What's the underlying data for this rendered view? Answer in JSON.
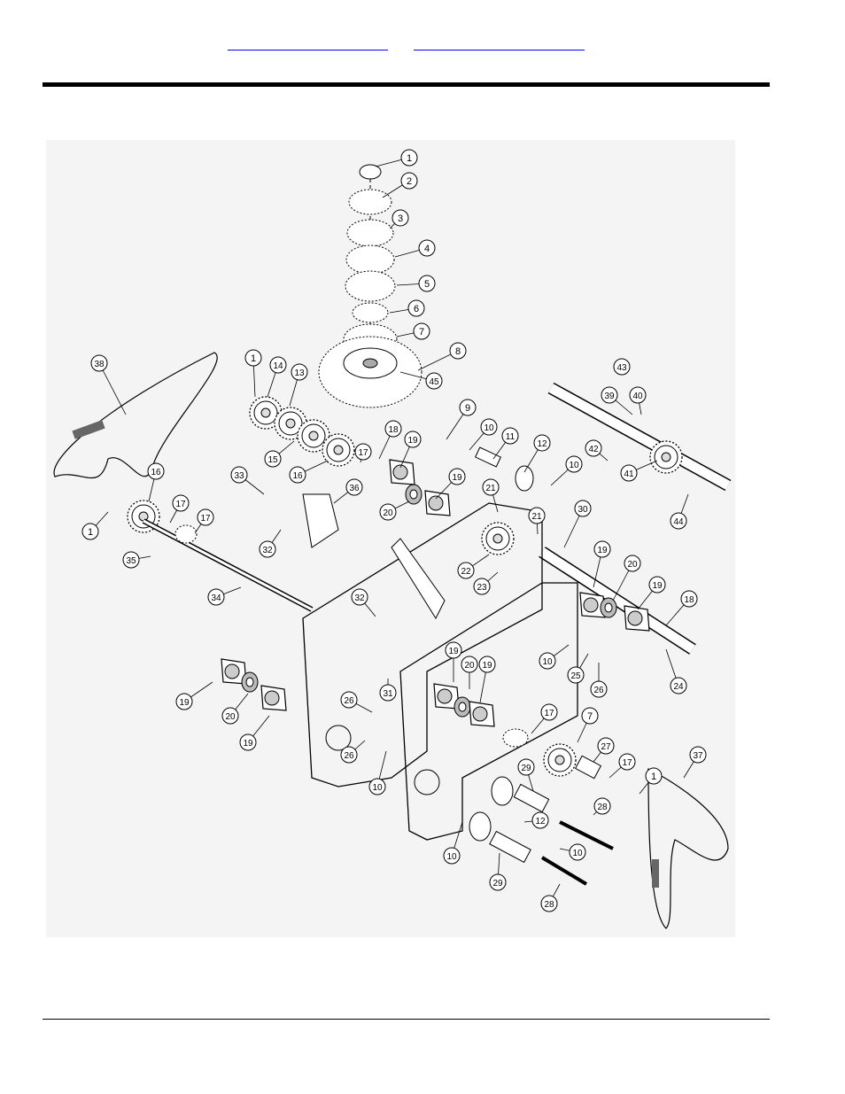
{
  "header": {
    "link_left": "",
    "link_right": ""
  },
  "diagram": {
    "callouts": [
      {
        "id": "c1",
        "label": "1"
      },
      {
        "id": "c2",
        "label": "2"
      },
      {
        "id": "c3",
        "label": "3"
      },
      {
        "id": "c4",
        "label": "4"
      },
      {
        "id": "c5",
        "label": "5"
      },
      {
        "id": "c6",
        "label": "6"
      },
      {
        "id": "c7",
        "label": "7"
      },
      {
        "id": "c8",
        "label": "8"
      },
      {
        "id": "c45",
        "label": "45"
      },
      {
        "id": "c38",
        "label": "38"
      },
      {
        "id": "c1b",
        "label": "1"
      },
      {
        "id": "c14",
        "label": "14"
      },
      {
        "id": "c13",
        "label": "13"
      },
      {
        "id": "c15",
        "label": "15"
      },
      {
        "id": "c16",
        "label": "16"
      },
      {
        "id": "c17",
        "label": "17"
      },
      {
        "id": "c18",
        "label": "18"
      },
      {
        "id": "c19",
        "label": "19"
      },
      {
        "id": "c9",
        "label": "9"
      },
      {
        "id": "c10",
        "label": "10"
      },
      {
        "id": "c11",
        "label": "11"
      },
      {
        "id": "c12",
        "label": "12"
      },
      {
        "id": "c10b",
        "label": "10"
      },
      {
        "id": "c43",
        "label": "43"
      },
      {
        "id": "c39",
        "label": "39"
      },
      {
        "id": "c40",
        "label": "40"
      },
      {
        "id": "c42",
        "label": "42"
      },
      {
        "id": "c41",
        "label": "41"
      },
      {
        "id": "c44",
        "label": "44"
      },
      {
        "id": "c33",
        "label": "33"
      },
      {
        "id": "c36",
        "label": "36"
      },
      {
        "id": "c20",
        "label": "20"
      },
      {
        "id": "c19b",
        "label": "19"
      },
      {
        "id": "c21",
        "label": "21"
      },
      {
        "id": "c21b",
        "label": "21"
      },
      {
        "id": "c30",
        "label": "30"
      },
      {
        "id": "c16b",
        "label": "16"
      },
      {
        "id": "c17b",
        "label": "17"
      },
      {
        "id": "c17c",
        "label": "17"
      },
      {
        "id": "c1c",
        "label": "1"
      },
      {
        "id": "c32",
        "label": "32"
      },
      {
        "id": "c35",
        "label": "35"
      },
      {
        "id": "c22",
        "label": "22"
      },
      {
        "id": "c23",
        "label": "23"
      },
      {
        "id": "c19c",
        "label": "19"
      },
      {
        "id": "c20b",
        "label": "20"
      },
      {
        "id": "c19d",
        "label": "19"
      },
      {
        "id": "c18b",
        "label": "18"
      },
      {
        "id": "c34",
        "label": "34"
      },
      {
        "id": "c32b",
        "label": "32"
      },
      {
        "id": "c24",
        "label": "24"
      },
      {
        "id": "c10c",
        "label": "10"
      },
      {
        "id": "c25",
        "label": "25"
      },
      {
        "id": "c26",
        "label": "26"
      },
      {
        "id": "c19e",
        "label": "19"
      },
      {
        "id": "c20c",
        "label": "20"
      },
      {
        "id": "c19f",
        "label": "19"
      },
      {
        "id": "c31",
        "label": "31"
      },
      {
        "id": "c19g",
        "label": "19"
      },
      {
        "id": "c20d",
        "label": "20"
      },
      {
        "id": "c19h",
        "label": "19"
      },
      {
        "id": "c26b",
        "label": "26"
      },
      {
        "id": "c26c",
        "label": "26"
      },
      {
        "id": "c10d",
        "label": "10"
      },
      {
        "id": "c17d",
        "label": "17"
      },
      {
        "id": "c7b",
        "label": "7"
      },
      {
        "id": "c27",
        "label": "27"
      },
      {
        "id": "c37",
        "label": "37"
      },
      {
        "id": "c29",
        "label": "29"
      },
      {
        "id": "c17e",
        "label": "17"
      },
      {
        "id": "c1d",
        "label": "1"
      },
      {
        "id": "c12b",
        "label": "12"
      },
      {
        "id": "c28",
        "label": "28"
      },
      {
        "id": "c10e",
        "label": "10"
      },
      {
        "id": "c10f",
        "label": "10"
      },
      {
        "id": "c29b",
        "label": "29"
      },
      {
        "id": "c28b",
        "label": "28"
      }
    ]
  }
}
